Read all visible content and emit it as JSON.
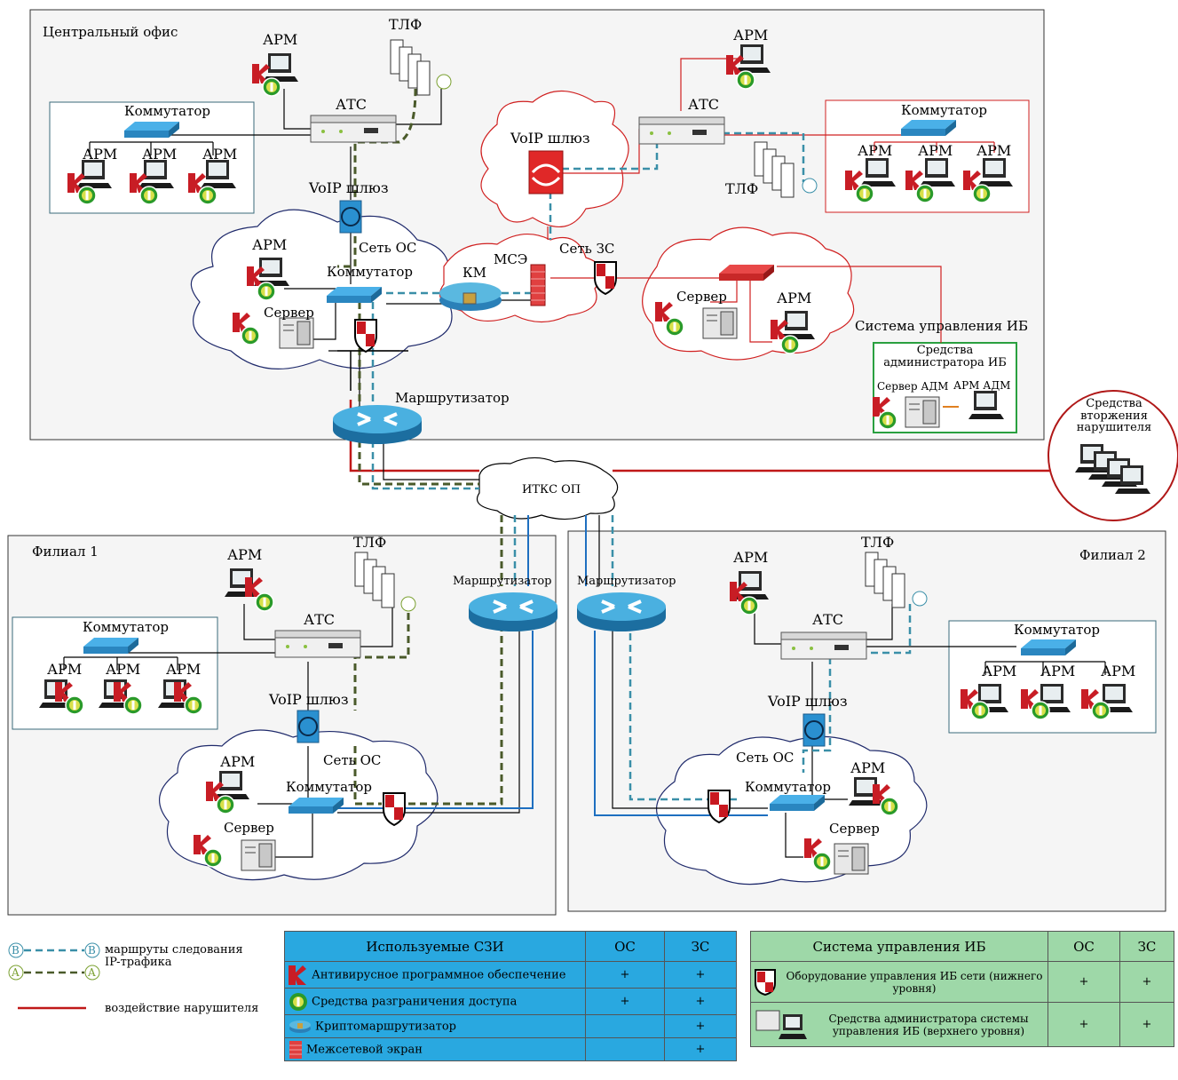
{
  "zones": {
    "central": "Центральный офис",
    "branch1": "Филиал 1",
    "branch2": "Филиал 2",
    "intruder": "Средства вторжения нарушителя",
    "itks": "ИТКС ОП",
    "net_os": "Сеть ОС",
    "net_zs": "Сеть ЗС",
    "ib_system": "Система управления ИБ",
    "ib_admin_tools": "Средства администратора ИБ",
    "ib_server_adm": "Сервер АДМ",
    "ib_arm_adm": "АРМ АДМ"
  },
  "devices": {
    "arm": "АРМ",
    "tlf": "ТЛФ",
    "ats": "АТС",
    "switch": "Коммутатор",
    "voip": "VoIP шлюз",
    "server": "Сервер",
    "router": "Маршрутизатор",
    "km": "КМ",
    "mse": "МСЭ"
  },
  "route_legend": {
    "marker_b": "B",
    "marker_a": "A",
    "routes_text": "маршруты следования IP-трафика",
    "intruder_text": "воздействие нарушителя"
  },
  "szi_table": {
    "header": [
      "Используемые СЗИ",
      "ОС",
      "ЗС"
    ],
    "rows": [
      {
        "name": "Антивирусное программное обеспечение",
        "icon": "antivirus-icon",
        "os": "+",
        "zs": "+"
      },
      {
        "name": "Средства разграничения доступа",
        "icon": "access-control-icon",
        "os": "+",
        "zs": "+"
      },
      {
        "name": "Криптомаршрутизатор",
        "icon": "crypto-router-icon",
        "os": "",
        "zs": "+"
      },
      {
        "name": "Межсетевой экран",
        "icon": "firewall-icon",
        "os": "",
        "zs": "+"
      }
    ]
  },
  "ib_table": {
    "header": [
      "Система управления ИБ",
      "ОС",
      "ЗС"
    ],
    "rows": [
      {
        "name": "Оборудование управления ИБ сети (нижнего уровня)",
        "icon": "shield-icon",
        "os": "+",
        "zs": "+"
      },
      {
        "name": "Средства администратора системы управления ИБ (верхнего уровня)",
        "icon": "admin-workstation-icon",
        "os": "+",
        "zs": "+"
      }
    ]
  },
  "colors": {
    "os_zone_border": "#1f2a6b",
    "zs_zone": "#d02020",
    "route_b": "#3a8fa8",
    "route_a": "#4a5a2a",
    "intruder": "#c01818",
    "blue_link": "#1e6fc0",
    "ib_green": "#2aa040",
    "table_blue": "#29a8e0",
    "table_green": "#9ed8a8"
  }
}
